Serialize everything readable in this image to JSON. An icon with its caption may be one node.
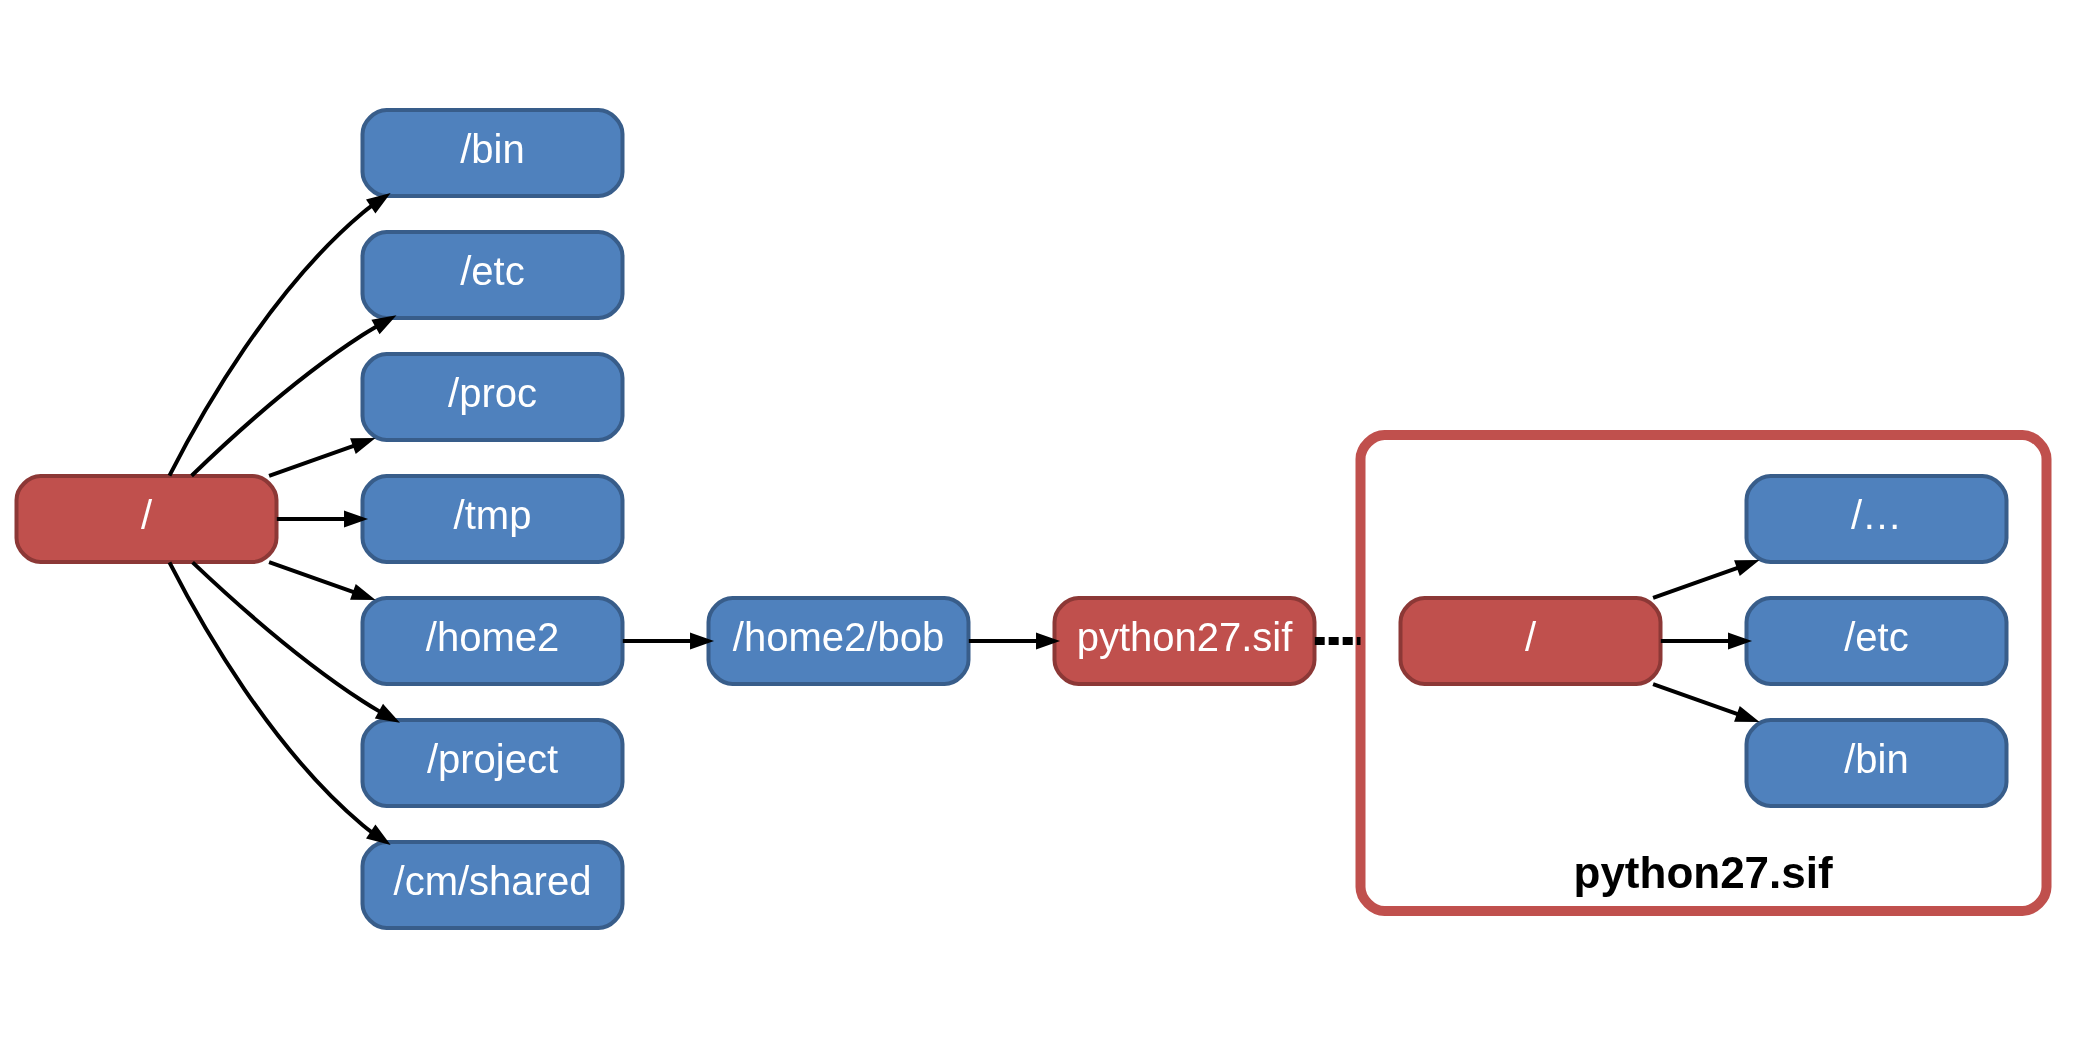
{
  "diagram": {
    "nodes": [
      {
        "text": [
          "/"
        ]
      },
      {
        "text": [
          "/bin"
        ]
      },
      {
        "text": [
          "/etc"
        ]
      },
      {
        "text": [
          "/proc"
        ]
      },
      {
        "text": [
          "/tmp"
        ]
      },
      {
        "text": [
          "/home2"
        ]
      },
      {
        "text": [
          "/home2/bob"
        ]
      },
      {
        "text": [
          "python27.sif"
        ]
      },
      {
        "text": [
          "/project"
        ]
      },
      {
        "text": [
          "/cm/shared"
        ]
      },
      {
        "text": [
          "python27.sif"
        ]
      },
      {
        "text": [
          "/"
        ],
        "in": 10
      },
      {
        "text": [
          "/bin"
        ],
        "in": 10
      },
      {
        "text": [
          "/etc"
        ],
        "in": 10
      },
      {
        "text": [
          "/…"
        ],
        "in": 10
      }
    ],
    "edges": [
      {
        "from": 0,
        "to": 1,
        "arrow": "to"
      },
      {
        "from": 0,
        "to": 2,
        "arrow": "to"
      },
      {
        "from": 0,
        "to": 3,
        "arrow": "to"
      },
      {
        "from": 0,
        "to": 4,
        "arrow": "to"
      },
      {
        "from": 0,
        "to": 5,
        "arrow": "to"
      },
      {
        "from": 5,
        "to": 6,
        "arrow": "to"
      },
      {
        "from": 6,
        "to": 7,
        "arrow": "to"
      },
      {
        "from": 0,
        "to": 8,
        "arrow": "to"
      },
      {
        "from": 0,
        "to": 9,
        "arrow": "to"
      },
      {
        "from": 7,
        "to": 10,
        "arrow": "none",
        "style": "dashed"
      },
      {
        "from": 11,
        "to": 12,
        "arrow": "to"
      },
      {
        "from": 11,
        "to": 13,
        "arrow": "to"
      },
      {
        "from": 11,
        "to": 14,
        "arrow": "to"
      }
    ]
  }
}
